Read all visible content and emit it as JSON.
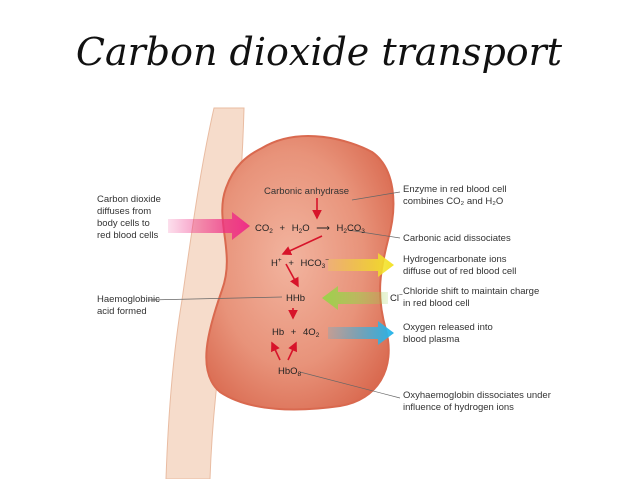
{
  "title": "Carbon dioxide transport",
  "left_labels": {
    "co2_diffuses": [
      "Carbon dioxide",
      "diffuses from",
      "body cells to",
      "red blood cells"
    ],
    "haemoglobinic": [
      "Haemoglobinic",
      "acid formed"
    ]
  },
  "cell_labels": {
    "carbonic_anhydrase": "Carbonic anhydrase",
    "eq1_co2": "CO",
    "eq1_co2_sub": "2",
    "eq1_plus": "+",
    "eq1_h2o": "H",
    "eq1_h2o_sub": "2",
    "eq1_h2o_o": "O",
    "eq1_arrow": "⟶",
    "eq1_h2co3": "H",
    "eq1_h2co3_sub": "2",
    "eq1_h2co3_co": "CO",
    "eq1_h2co3_sub2": "3",
    "eq2_h": "H",
    "eq2_h_sup": "+",
    "eq2_plus": "+",
    "eq2_hco3": "HCO",
    "eq2_hco3_sub": "3",
    "eq2_hco3_sup": "−",
    "hhb": "HHb",
    "eq3_hb": "Hb",
    "eq3_plus": "+",
    "eq3_o2": "4O",
    "eq3_o2_sub": "2",
    "hbo8": "HbO",
    "hbo8_sub": "8",
    "cl": "Cl",
    "cl_sup": "−"
  },
  "right_labels": {
    "enzyme": [
      "Enzyme in red blood cell",
      "combines CO₂ and H₂O"
    ],
    "carbonic_dissociates": [
      "Carbonic acid dissociates"
    ],
    "hydrogencarbonate": [
      "Hydrogencarbonate ions",
      "diffuse out of red blood cell"
    ],
    "chloride_shift": [
      "Chloride shift to maintain charge",
      "in red blood cell"
    ],
    "oxygen_released": [
      "Oxygen released into",
      "blood plasma"
    ],
    "oxyhaemoglobin": [
      "Oxyhaemoglobin dissociates under",
      "influence of hydrogen ions"
    ]
  },
  "colors": {
    "cell_fill": "#e8937a",
    "cell_edge": "#d9694f",
    "vessel": "#f6dccb",
    "reaction_arrow": "#d7142a",
    "arrow_co2_in": "#ee2f86",
    "arrow_hco3_out": "#f3e22a",
    "arrow_cl_in": "#9bd14a",
    "arrow_o2_out": "#2ab4e8"
  }
}
